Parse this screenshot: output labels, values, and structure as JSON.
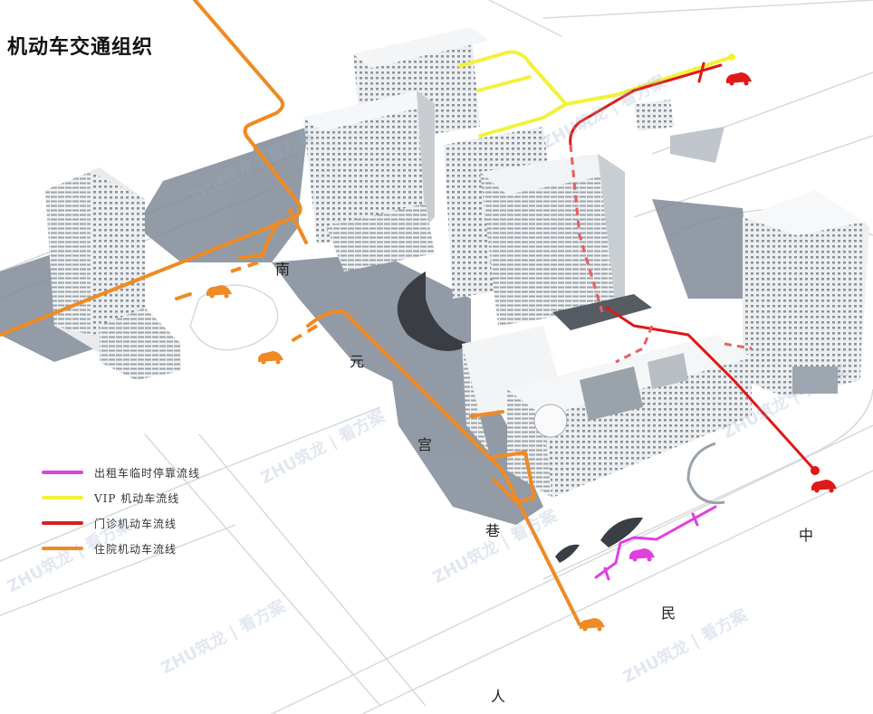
{
  "title": "机动车交通组织",
  "streets": {
    "nanyuangong_lane": [
      "南",
      "元",
      "宫",
      "巷"
    ],
    "zhongmin_road": [
      "中",
      "民"
    ],
    "ren": "人"
  },
  "legend": [
    {
      "label": "出租车临时停靠流线",
      "color": "#e040e0"
    },
    {
      "label": "VIP 机动车流线",
      "color": "#f2f23a"
    },
    {
      "label": "门诊机动车流线",
      "color": "#d62020"
    },
    {
      "label": "住院机动车流线",
      "color": "#f08a24"
    }
  ],
  "colors": {
    "taxi": "#e040e0",
    "vip": "#f2f23a",
    "outpatient": "#e01818",
    "inpatient": "#f08a24",
    "shadow": "#7f8a96",
    "building": "#eef0f2",
    "road_line": "#d0d4d8"
  },
  "watermark": "ZHU筑龙 | 看方案"
}
